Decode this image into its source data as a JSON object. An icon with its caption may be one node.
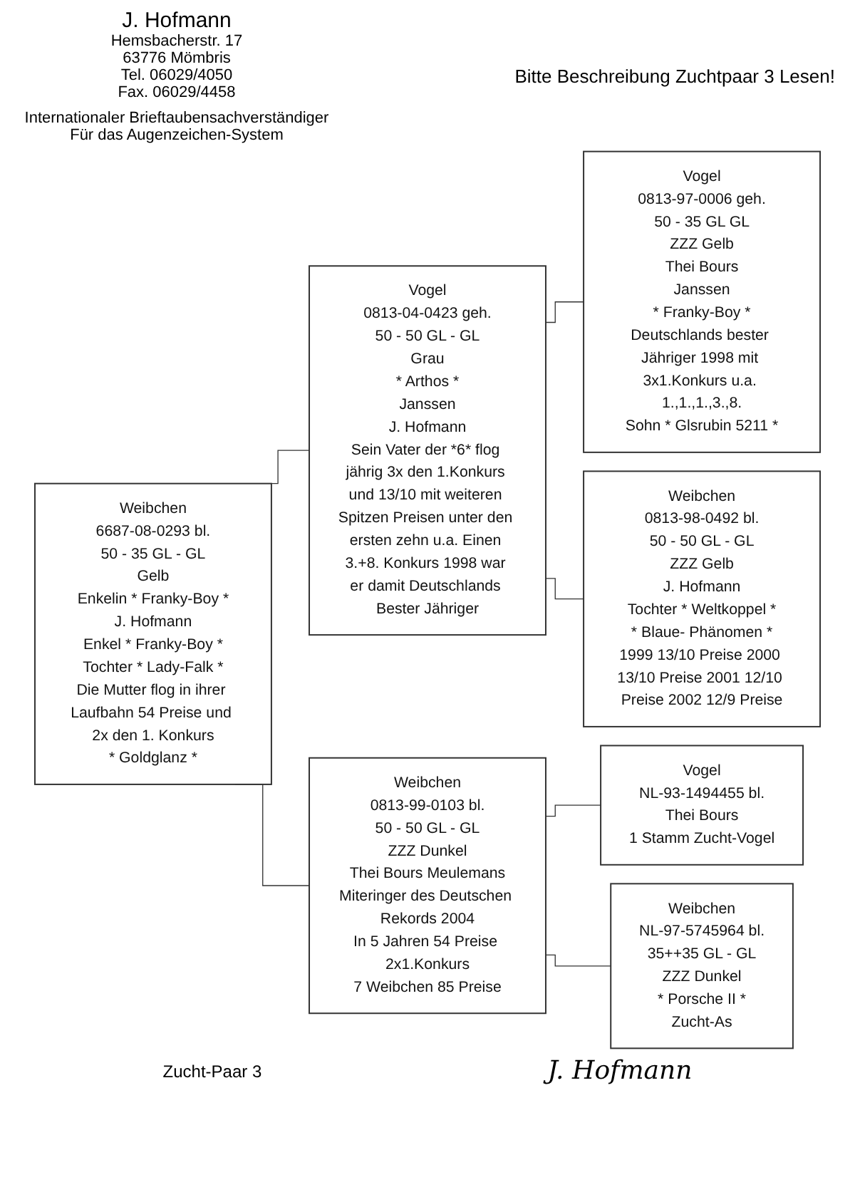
{
  "diagram": {
    "nodes": [
      {
        "text": [
          "Weibchen",
          "6687-08-0293 bl.",
          "50 - 35 GL - GL",
          "Gelb",
          "Enkelin * Franky-Boy *",
          "J. Hofmann",
          "Enkel * Franky-Boy *",
          "Tochter * Lady-Falk *",
          "Die Mutter flog in ihrer Laufbahn 54 Preise und 2x den 1. Konkurs",
          "* Goldglanz *"
        ]
      },
      {
        "text": [
          "Vogel",
          "0813-04-0423 geh.",
          "50 - 50 GL - GL",
          "Grau",
          "* Arthos *",
          "Janssen",
          "J. Hofmann",
          "Sein Vater der *6* flog jährig 3x den 1.Konkurs und 13/10 mit weiteren Spitzen Preisen unter den ersten zehn u.a. Einen 3.+8. Konkurs 1998 war er damit Deutschlands Bester Jähriger"
        ]
      },
      {
        "text": [
          "Weibchen",
          "0813-99-0103 bl.",
          "50 - 50 GL - GL",
          "ZZZ Dunkel",
          "Thei Bours Meulemans",
          "Miteringer des Deutschen Rekords 2004",
          "In 5 Jahren 54 Preise 2x1.Konkurs",
          "7 Weibchen 85 Preise"
        ]
      },
      {
        "text": [
          "Vogel",
          "0813-97-0006 geh.",
          "50 - 35 GL GL",
          "ZZZ Gelb",
          "Thei Bours",
          "Janssen",
          "* Franky-Boy *",
          "Deutschlands bester Jähriger 1998 mit 3x1.Konkurs u.a. 1.,1.,1.,3.,8.",
          "Sohn * Glsrubin 5211 *"
        ]
      },
      {
        "text": [
          "Weibchen",
          "0813-98-0492 bl.",
          "50 - 50 GL - GL",
          "ZZZ Gelb",
          "J. Hofmann",
          "Tochter * Weltkoppel *",
          "* Blaue- Phänomen *",
          "1999 13/10 Preise 2000 13/10 Preise 2001 12/10 Preise 2002 12/9 Preise"
        ]
      },
      {
        "text": [
          "Vogel",
          "NL-93-1494455 bl.",
          "Thei Bours",
          "1 Stamm Zucht-Vogel"
        ]
      },
      {
        "text": [
          "Weibchen",
          "NL-97-5745964 bl.",
          "35++35 GL - GL",
          "ZZZ Dunkel",
          "* Porsche II *",
          "Zucht-As"
        ]
      }
    ],
    "edges": [
      {
        "from": 0,
        "to": 1,
        "arrow": "none"
      },
      {
        "from": 0,
        "to": 2,
        "arrow": "none"
      },
      {
        "from": 1,
        "to": 3,
        "arrow": "none"
      },
      {
        "from": 1,
        "to": 4,
        "arrow": "none"
      },
      {
        "from": 2,
        "to": 5,
        "arrow": "none"
      },
      {
        "from": 2,
        "to": 6,
        "arrow": "none"
      }
    ],
    "labels": [
      "J. Hofmann",
      "Hemsbacherstr. 17",
      "63776 Mömbris",
      "Tel. 06029/4050",
      "Fax. 06029/4458",
      "Internationaler Brieftaubensachverständiger Für das Augenzeichen-System",
      "Bitte Beschreibung Zuchtpaar 3 Lesen!",
      "Zucht-Paar 3",
      "J. Hofmann"
    ]
  }
}
